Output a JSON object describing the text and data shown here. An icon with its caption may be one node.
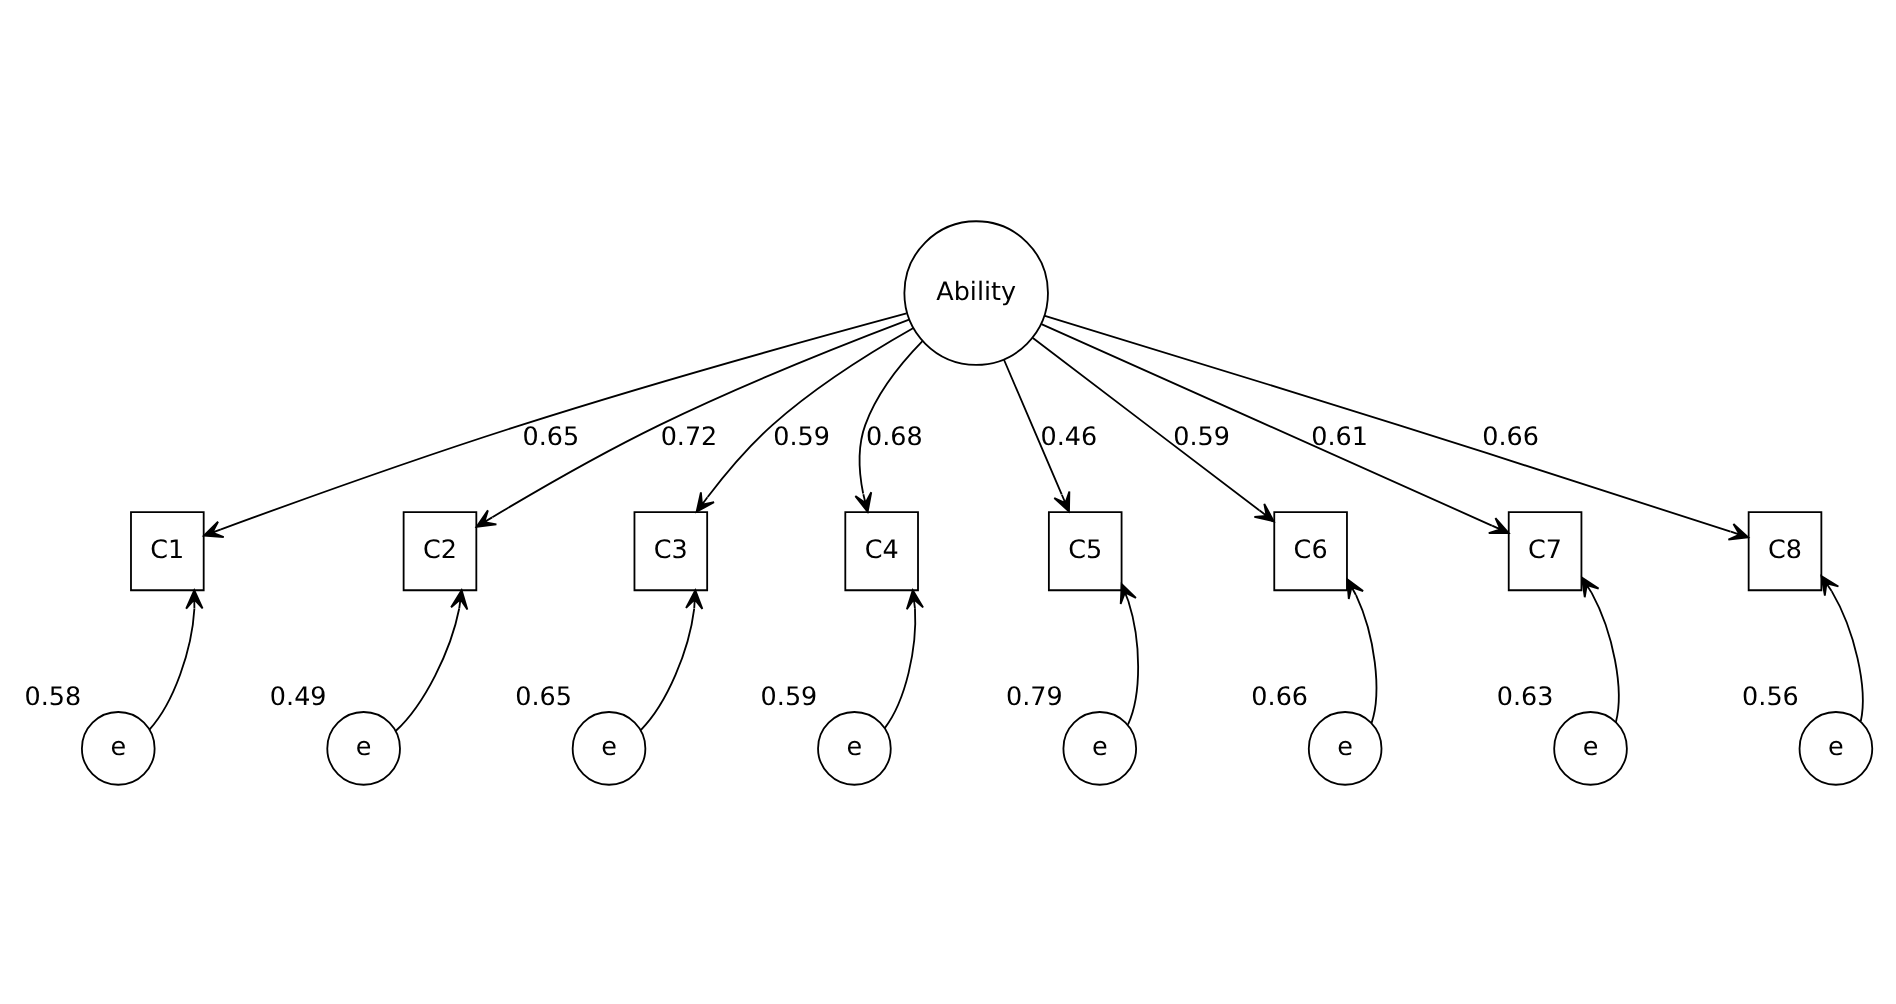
{
  "diagram": {
    "nodes": [
      {
        "text": [
          "Ability"
        ]
      },
      {
        "text": [
          "C1"
        ]
      },
      {
        "text": [
          "C2"
        ]
      },
      {
        "text": [
          "C3"
        ]
      },
      {
        "text": [
          "C4"
        ]
      },
      {
        "text": [
          "C5"
        ]
      },
      {
        "text": [
          "C6"
        ]
      },
      {
        "text": [
          "C7"
        ]
      },
      {
        "text": [
          "C8"
        ]
      },
      {
        "text": [
          "e"
        ],
        "beside": [
          "0.58"
        ]
      },
      {
        "text": [
          "e"
        ],
        "beside": [
          "0.49"
        ]
      },
      {
        "text": [
          "e"
        ],
        "beside": [
          "0.65"
        ]
      },
      {
        "text": [
          "e"
        ],
        "beside": [
          "0.59"
        ]
      },
      {
        "text": [
          "e"
        ],
        "beside": [
          "0.79"
        ]
      },
      {
        "text": [
          "e"
        ],
        "beside": [
          "0.66"
        ]
      },
      {
        "text": [
          "e"
        ],
        "beside": [
          "0.63"
        ]
      },
      {
        "text": [
          "e"
        ],
        "beside": [
          "0.56"
        ]
      }
    ],
    "edges": [
      {
        "from": 0,
        "to": 1,
        "arrow": "to",
        "label": "0.65"
      },
      {
        "from": 0,
        "to": 2,
        "arrow": "to",
        "label": "0.72"
      },
      {
        "from": 0,
        "to": 3,
        "arrow": "to",
        "label": "0.59"
      },
      {
        "from": 0,
        "to": 4,
        "arrow": "to",
        "label": "0.68"
      },
      {
        "from": 0,
        "to": 5,
        "arrow": "to",
        "label": "0.46"
      },
      {
        "from": 0,
        "to": 6,
        "arrow": "to",
        "label": "0.59"
      },
      {
        "from": 0,
        "to": 7,
        "arrow": "to",
        "label": "0.61"
      },
      {
        "from": 0,
        "to": 8,
        "arrow": "to",
        "label": "0.66"
      },
      {
        "from": 9,
        "to": 1,
        "arrow": "to"
      },
      {
        "from": 10,
        "to": 2,
        "arrow": "to"
      },
      {
        "from": 11,
        "to": 3,
        "arrow": "to"
      },
      {
        "from": 12,
        "to": 4,
        "arrow": "to"
      },
      {
        "from": 13,
        "to": 5,
        "arrow": "to"
      },
      {
        "from": 14,
        "to": 6,
        "arrow": "to"
      },
      {
        "from": 15,
        "to": 7,
        "arrow": "to"
      },
      {
        "from": 16,
        "to": 8,
        "arrow": "to"
      }
    ]
  }
}
